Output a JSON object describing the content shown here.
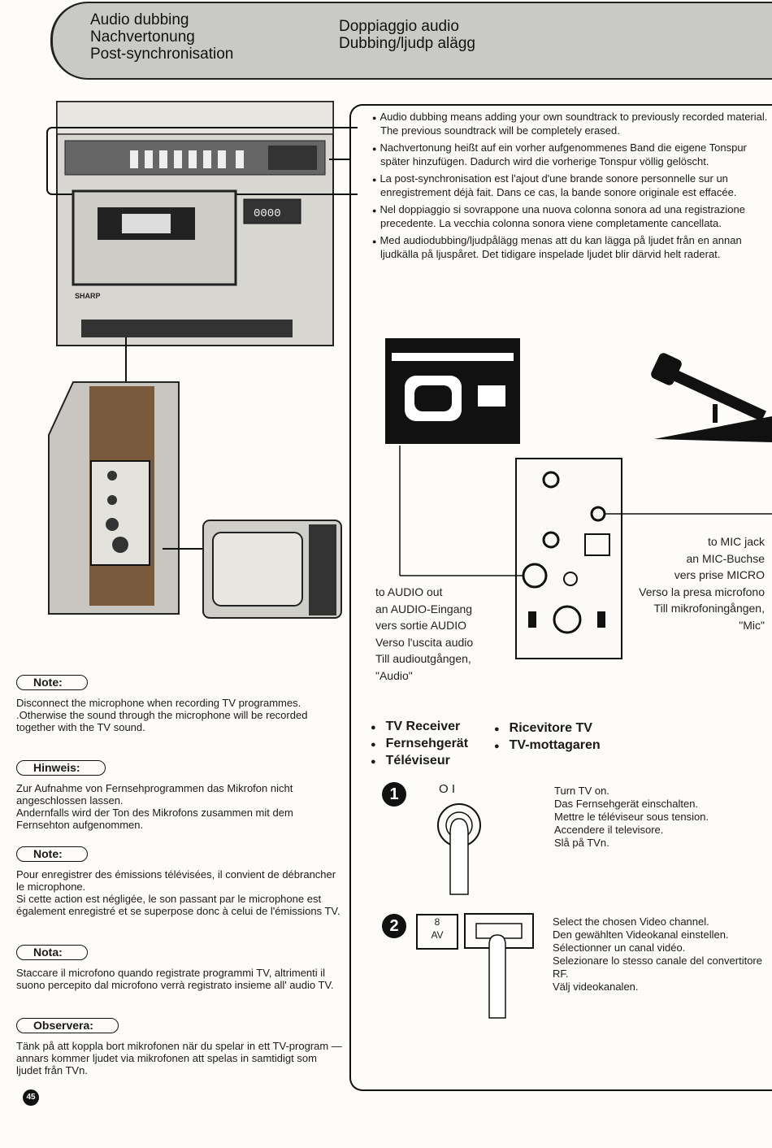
{
  "header": {
    "left_titles": [
      "Audio dubbing",
      "Nachvertonung",
      "Post-synchronisation"
    ],
    "right_titles": [
      "Doppiaggio audio",
      "Dubbing/ljudp alägg"
    ]
  },
  "intro_bullets": [
    "Audio dubbing means adding your own soundtrack to previously recorded material. The previous soundtrack will be completely erased.",
    "Nachvertonung heißt auf ein vorher aufgenommenes Band die eigene Tonspur später hinzufügen. Dadurch wird die vorherige Tonspur völlig gelöscht.",
    "La post-synchronisation est l'ajout d'une brande sonore personnelle sur un enregistrement déjà fait. Dans ce cas, la bande sonore originale est effacée.",
    "Nel doppiaggio si sovrappone una nuova colonna sonora ad una registrazione precedente. La vecchia colonna sonora viene completamente cancellata.",
    "Med audiodubbing/ljudpålägg menas att du kan lägga på ljudet från en annan ljudkälla på ljuspåret. Det tidigare inspelade ljudet blir därvid helt raderat."
  ],
  "device": {
    "brand": "SHARP",
    "counter": "0000"
  },
  "mic_label": [
    "to MIC jack",
    "an MIC-Buchse",
    "vers prise MICRO",
    "Verso la presa microfono",
    "Till mikrofoningången,",
    "\"Mic\""
  ],
  "audio_label": [
    "to AUDIO out",
    "an AUDIO-Eingang",
    "vers sortie AUDIO",
    "Verso l'uscita audio",
    "Till audioutgången,",
    "\"Audio\""
  ],
  "tv_receiver": [
    "TV Receiver",
    "Fernsehgerät",
    "Téléviseur"
  ],
  "tv_receiver_right": [
    "Ricevitore TV",
    "TV-mottagaren"
  ],
  "step1": {
    "number": "1",
    "symbol": "O I",
    "text": [
      "Turn TV on.",
      "Das Fernsehgerät einschalten.",
      "Mettre le téléviseur sous tension.",
      "Accendere il televisore.",
      "Slå på TVn."
    ]
  },
  "step2": {
    "number": "2",
    "key_label": "8",
    "key_sub": "AV",
    "text": [
      "Select the chosen Video channel.",
      "Den gewählten Videokanal einstellen.",
      "Sélectionner un canal vidéo.",
      "Selezionare lo stesso canale del convertitore RF.",
      "Välj videokanalen."
    ]
  },
  "notes": [
    {
      "label": "Note:",
      "text": "Disconnect the microphone when recording TV programmes.\n.Otherwise the sound through the microphone will be recorded together with the TV sound."
    },
    {
      "label": "Hinweis:",
      "text": "Zur Aufnahme von Fernsehprogrammen das Mikrofon nicht angeschlossen lassen.\nAndernfalls wird der Ton des Mikrofons zusammen mit dem Fernsehton aufgenommen."
    },
    {
      "label": "Note:",
      "text": "Pour enregistrer des émissions télévisées, il convient de débrancher le microphone.\nSi cette action est négligée, le son passant par le microphone est également enregistré et se superpose donc à celui de l'émissions TV."
    },
    {
      "label": "Nota:",
      "text": "Staccare il microfono quando registrate programmi TV, altrimenti il suono percepito dal microfono verrà registrato insieme all' audio TV."
    },
    {
      "label": "Observera:",
      "text": "Tänk på att koppla bort mikrofonen när du spelar in ett TV-program — annars kommer ljudet via mikrofonen att spelas in samtidigt som ljudet från TVn."
    }
  ],
  "page_number": "45"
}
